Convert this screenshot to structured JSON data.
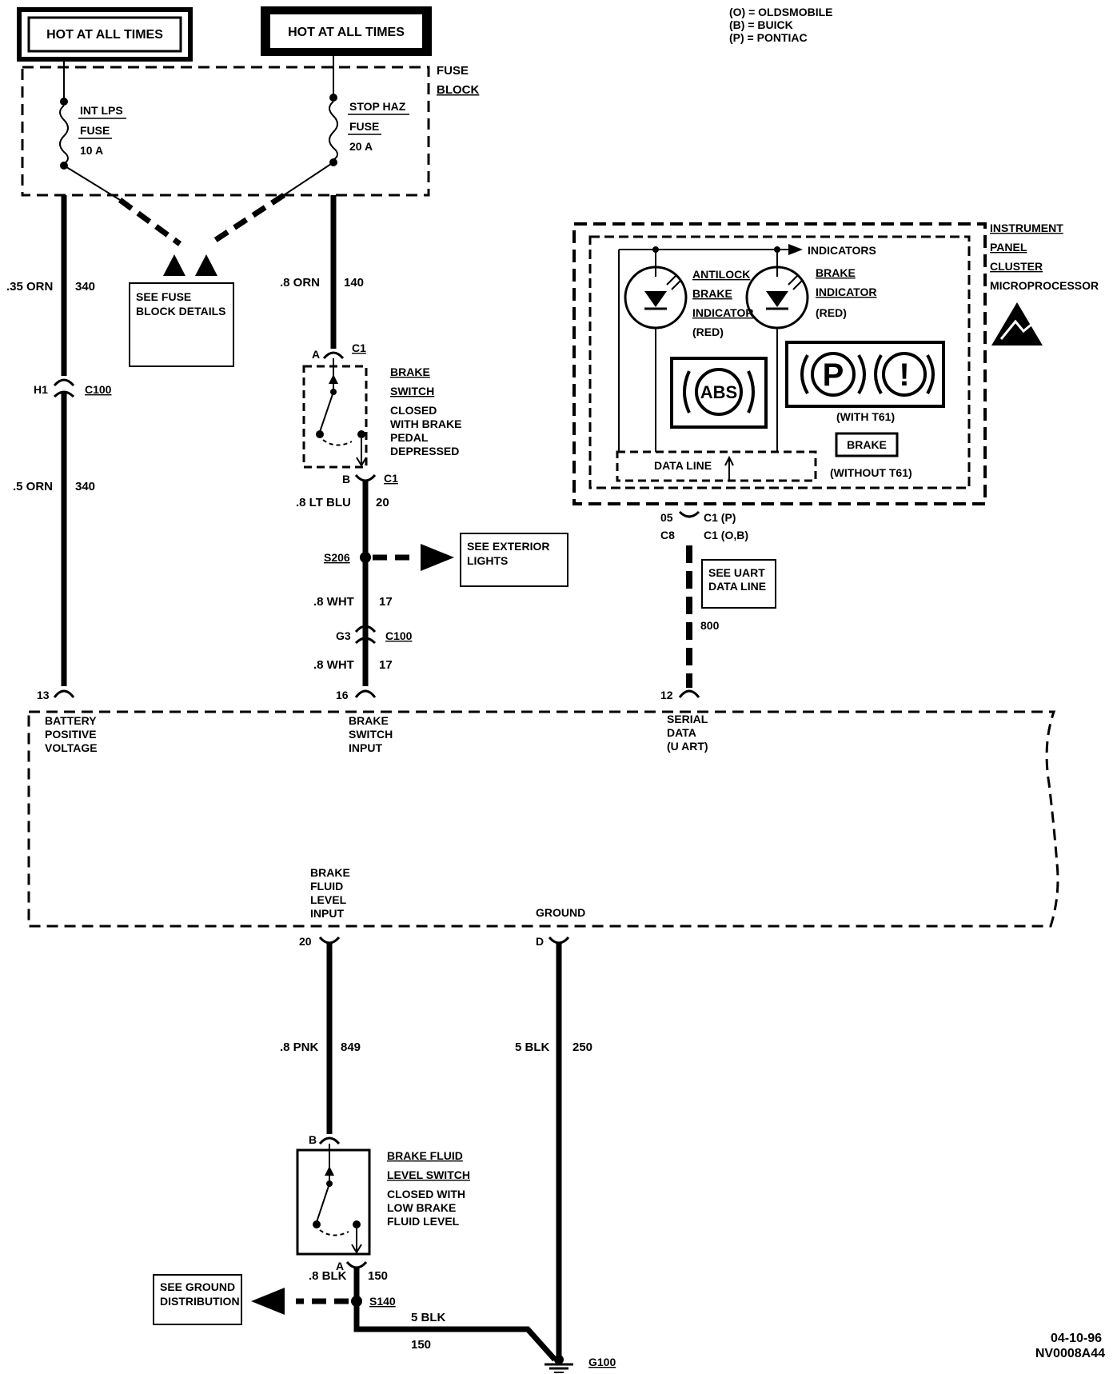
{
  "legend": {
    "line1": "(O) = OLDSMOBILE",
    "line2": "(B) = BUICK",
    "line3": "(P) = PONTIAC"
  },
  "power": {
    "hot1": "HOT AT ALL TIMES",
    "hot2": "HOT AT ALL TIMES",
    "fuse_block_1": "FUSE",
    "fuse_block_2": "BLOCK",
    "int_fuse_1": "INT LPS",
    "int_fuse_2": "FUSE",
    "int_fuse_3": "10 A",
    "stop_fuse_1": "STOP HAZ",
    "stop_fuse_2": "FUSE",
    "stop_fuse_3": "20 A",
    "see_fuse_1": "SEE FUSE",
    "see_fuse_2": "BLOCK DETAILS"
  },
  "wires": {
    "w1_gauge": ".35 ORN",
    "w1_circuit": "340",
    "h1": "H1",
    "c100a": "C100",
    "w2_gauge": ".5 ORN",
    "w2_circuit": "340",
    "pin13": "13",
    "w3_gauge": ".8 ORN",
    "w3_circuit": "140",
    "pinA": "A",
    "c1a": "C1",
    "pinB": "B",
    "c1b": "C1",
    "w4_gauge": ".8 LT BLU",
    "w4_circuit": "20",
    "s206": "S206",
    "w5_gauge": ".8 WHT",
    "w5_circuit": "17",
    "g3": "G3",
    "c100b": "C100",
    "w6_gauge": ".8 WHT",
    "w6_circuit": "17",
    "pin16": "16",
    "c05": "05",
    "c8": "C8",
    "c1p": "C1 (P)",
    "c1ob": "C1 (O,B)",
    "w800": "800",
    "pin12": "12"
  },
  "brake_switch": {
    "l1": "BRAKE",
    "l2": "SWITCH",
    "l3": "CLOSED",
    "l4": "WITH BRAKE",
    "l5": "PEDAL",
    "l6": "DEPRESSED"
  },
  "exterior": {
    "l1": "SEE EXTERIOR",
    "l2": "LIGHTS"
  },
  "uart": {
    "l1": "SEE UART",
    "l2": "DATA LINE"
  },
  "cluster": {
    "label1": "INSTRUMENT",
    "label2": "PANEL",
    "label3": "CLUSTER",
    "label4": "MICROPROCESSOR",
    "indicators": "INDICATORS",
    "antilock_1": "ANTILOCK",
    "antilock_2": "BRAKE",
    "antilock_3": "INDICATOR",
    "antilock_4": "(RED)",
    "brake_ind_1": "BRAKE",
    "brake_ind_2": "INDICATOR",
    "brake_ind_3": "(RED)",
    "abs": "ABS",
    "p_symbol": "P",
    "excl": "!",
    "with_t61": "(WITH T61)",
    "brake_box": "BRAKE",
    "without_t61": "(WITHOUT T61)",
    "data_line": "DATA LINE"
  },
  "module": {
    "battery_1": "BATTERY",
    "battery_2": "POSITIVE",
    "battery_3": "VOLTAGE",
    "switch_in_1": "BRAKE",
    "switch_in_2": "SWITCH",
    "switch_in_3": "INPUT",
    "serial_1": "SERIAL",
    "serial_2": "DATA",
    "serial_3": "(U ART)",
    "fluid_1": "BRAKE",
    "fluid_2": "FLUID",
    "fluid_3": "LEVEL",
    "fluid_4": "INPUT",
    "ground": "GROUND",
    "pin20": "20",
    "pinD": "D"
  },
  "lower": {
    "w7_gauge": ".8 PNK",
    "w7_circuit": "849",
    "w8_gauge": "5 BLK",
    "w8_circuit": "250",
    "pinB2": "B",
    "pinA2": "A",
    "w9_gauge": ".8 BLK",
    "w9_circuit": "150",
    "s140": "S140",
    "w10_gauge": "5 BLK",
    "w10_circuit": "150",
    "g100": "G100"
  },
  "fluid_switch": {
    "l1": "BRAKE FLUID",
    "l2": "LEVEL SWITCH",
    "l3": "CLOSED WITH",
    "l4": "LOW BRAKE",
    "l5": "FLUID LEVEL"
  },
  "ground_dist": {
    "l1": "SEE GROUND",
    "l2": "DISTRIBUTION"
  },
  "footer": {
    "date": "04-10-96",
    "code": "NV0008A44"
  }
}
